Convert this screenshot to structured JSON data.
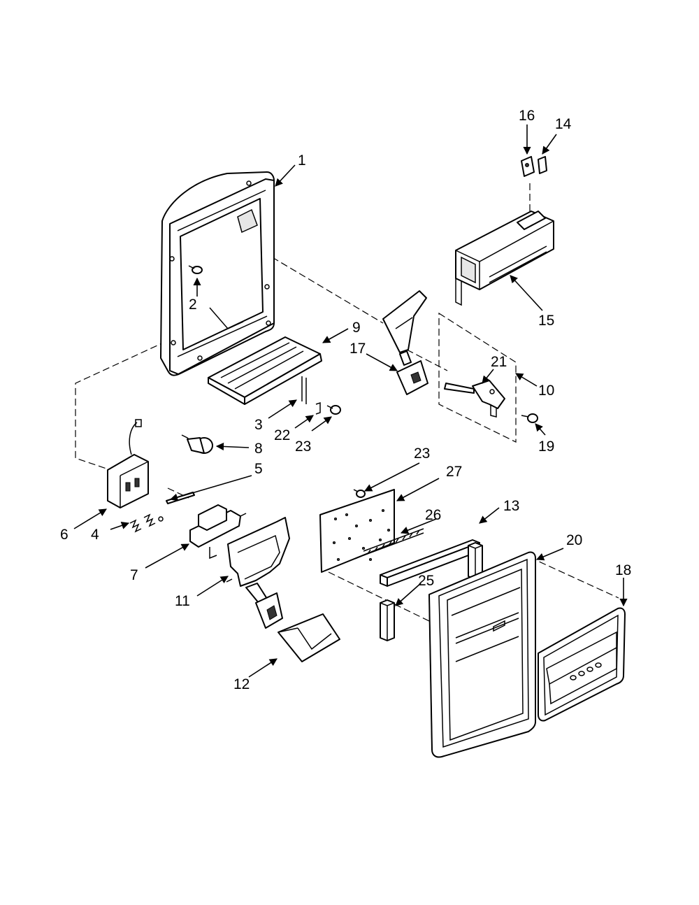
{
  "diagram": {
    "callouts": [
      {
        "id": "c1",
        "label": "1"
      },
      {
        "id": "c2",
        "label": "2"
      },
      {
        "id": "c3",
        "label": "3"
      },
      {
        "id": "c4",
        "label": "4"
      },
      {
        "id": "c5",
        "label": "5"
      },
      {
        "id": "c6",
        "label": "6"
      },
      {
        "id": "c7",
        "label": "7"
      },
      {
        "id": "c8",
        "label": "8"
      },
      {
        "id": "c9",
        "label": "9"
      },
      {
        "id": "c10",
        "label": "10"
      },
      {
        "id": "c11",
        "label": "11"
      },
      {
        "id": "c12",
        "label": "12"
      },
      {
        "id": "c13",
        "label": "13"
      },
      {
        "id": "c14",
        "label": "14"
      },
      {
        "id": "c15",
        "label": "15"
      },
      {
        "id": "c16",
        "label": "16"
      },
      {
        "id": "c17",
        "label": "17"
      },
      {
        "id": "c18",
        "label": "18"
      },
      {
        "id": "c19",
        "label": "19"
      },
      {
        "id": "c20",
        "label": "20"
      },
      {
        "id": "c21",
        "label": "21"
      },
      {
        "id": "c22",
        "label": "22"
      },
      {
        "id": "c23a",
        "label": "23"
      },
      {
        "id": "c23b",
        "label": "23"
      },
      {
        "id": "c25",
        "label": "25"
      },
      {
        "id": "c26",
        "label": "26"
      },
      {
        "id": "c27",
        "label": "27"
      }
    ]
  }
}
